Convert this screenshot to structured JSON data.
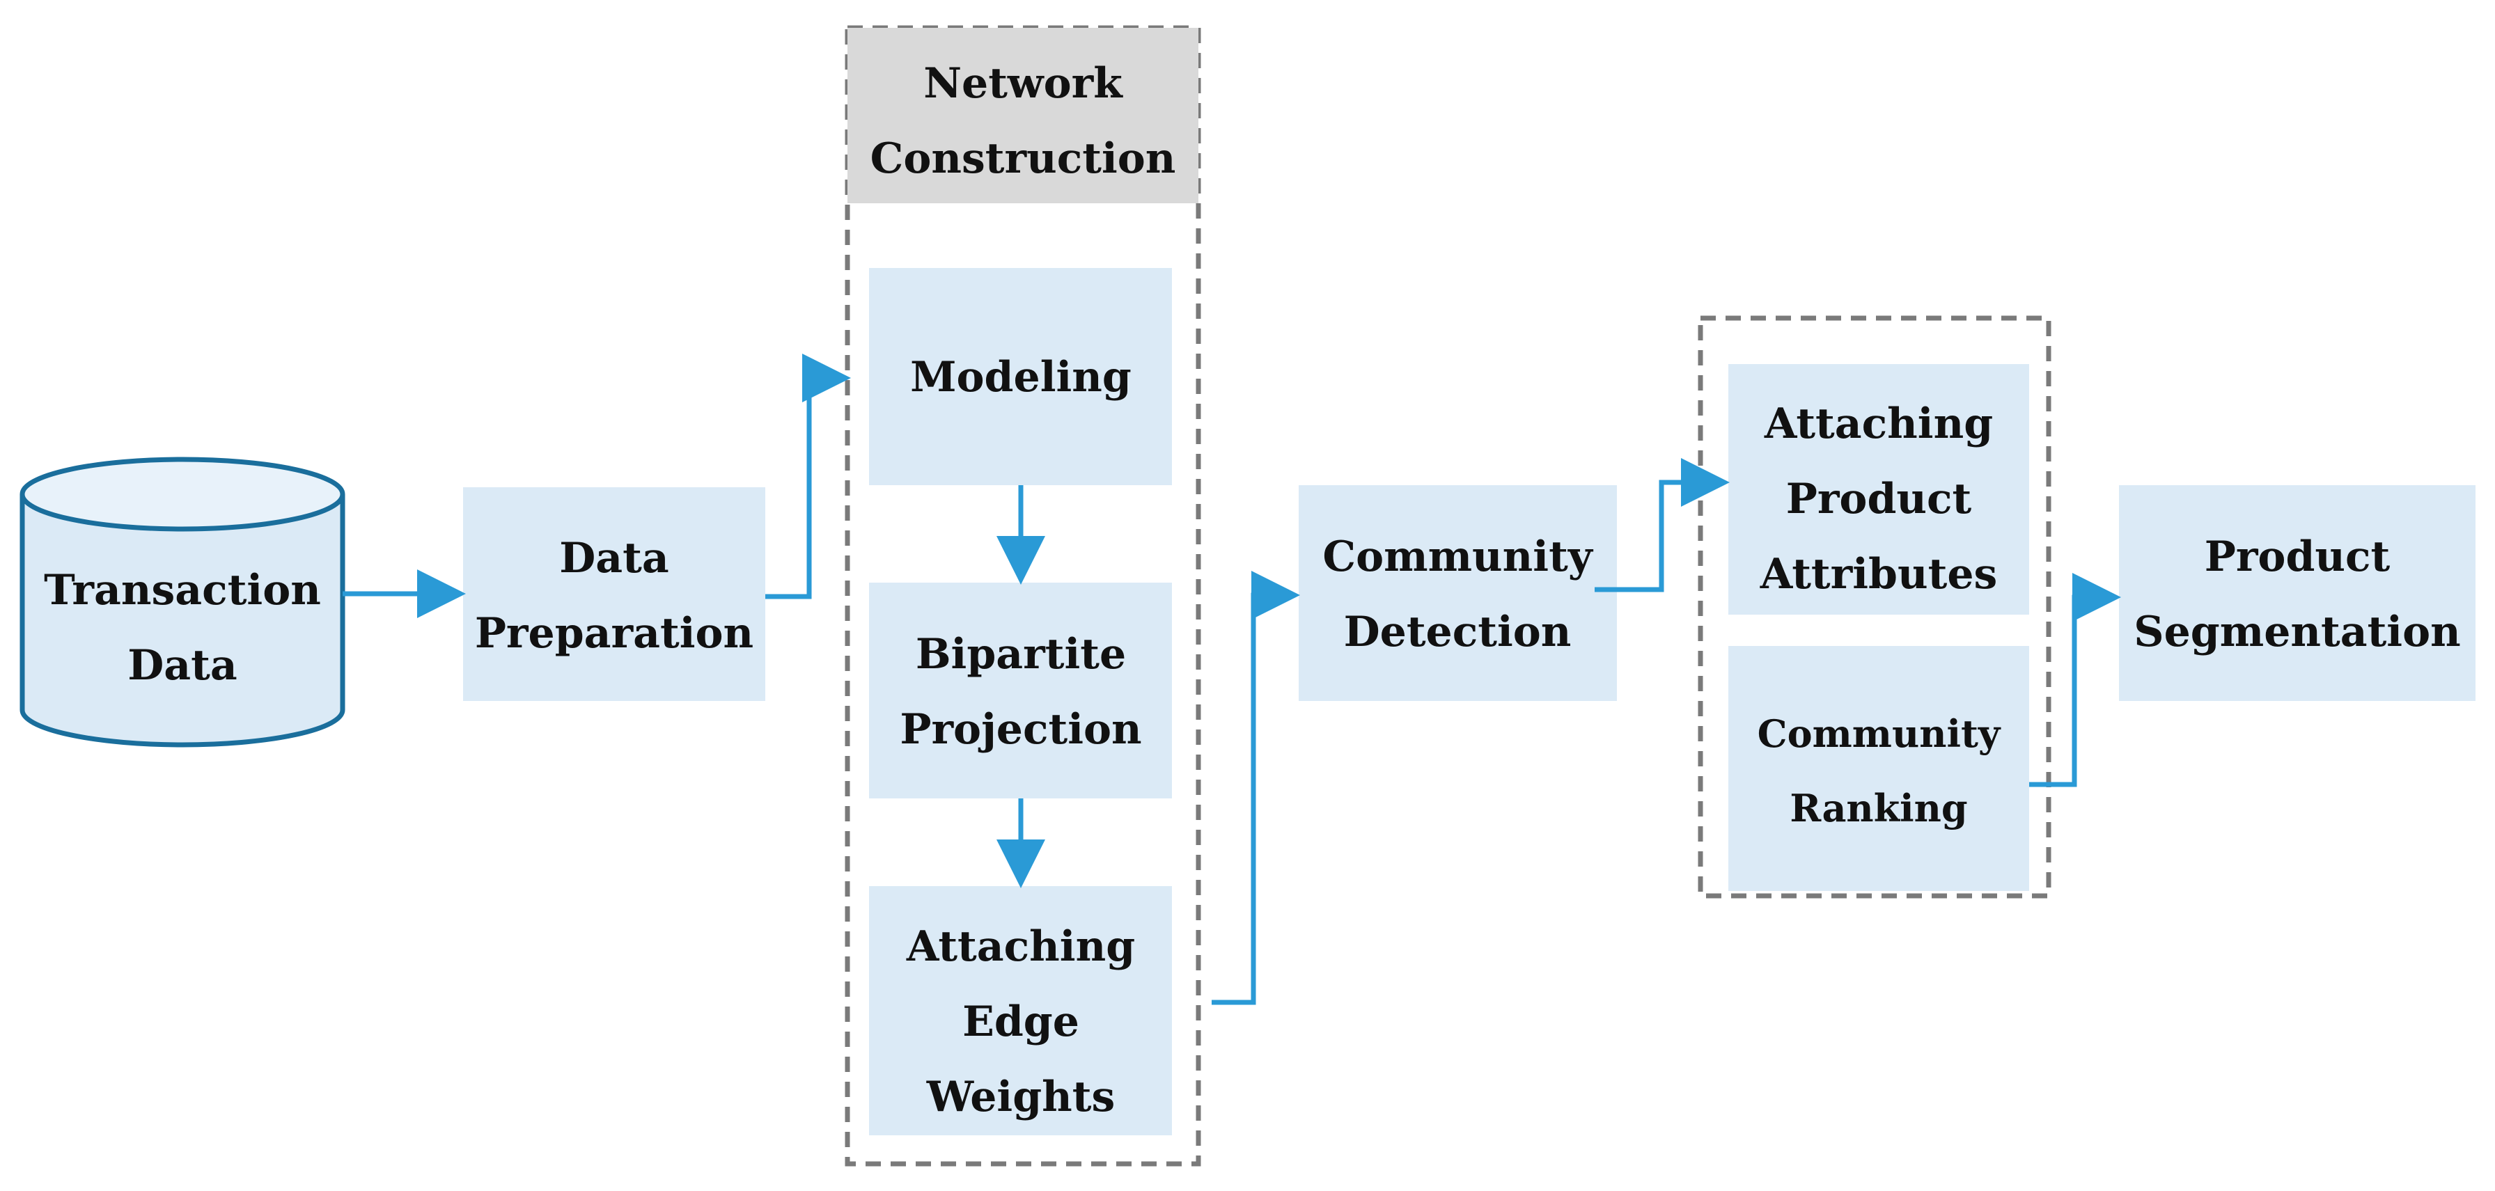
{
  "colors": {
    "box_fill": "#dbeaf6",
    "cylinder_fill": "#dbeaf6",
    "cylinder_stroke": "#1a6e9c",
    "arrow": "#2a9ad6",
    "dashed_border": "#7a7a7a",
    "header_fill": "#d9d9d9",
    "text": "#111111"
  },
  "nodes": {
    "transaction_data": {
      "line1": "Transaction",
      "line2": "Data"
    },
    "data_preparation": {
      "line1": "Data",
      "line2": "Preparation"
    },
    "network_construction": {
      "header_line1": "Network",
      "header_line2": "Construction",
      "modeling": {
        "line1": "Modeling"
      },
      "bipartite_projection": {
        "line1": "Bipartite",
        "line2": "Projection"
      },
      "attaching_edge_weights": {
        "line1": "Attaching",
        "line2": "Edge",
        "line3": "Weights"
      }
    },
    "community_detection": {
      "line1": "Community",
      "line2": "Detection"
    },
    "attributes_group": {
      "attaching_product_attributes": {
        "line1": "Attaching",
        "line2": "Product",
        "line3": "Attributes"
      },
      "community_ranking": {
        "line1": "Community",
        "line2": "Ranking"
      }
    },
    "product_segmentation": {
      "line1": "Product",
      "line2": "Segmentation"
    }
  }
}
